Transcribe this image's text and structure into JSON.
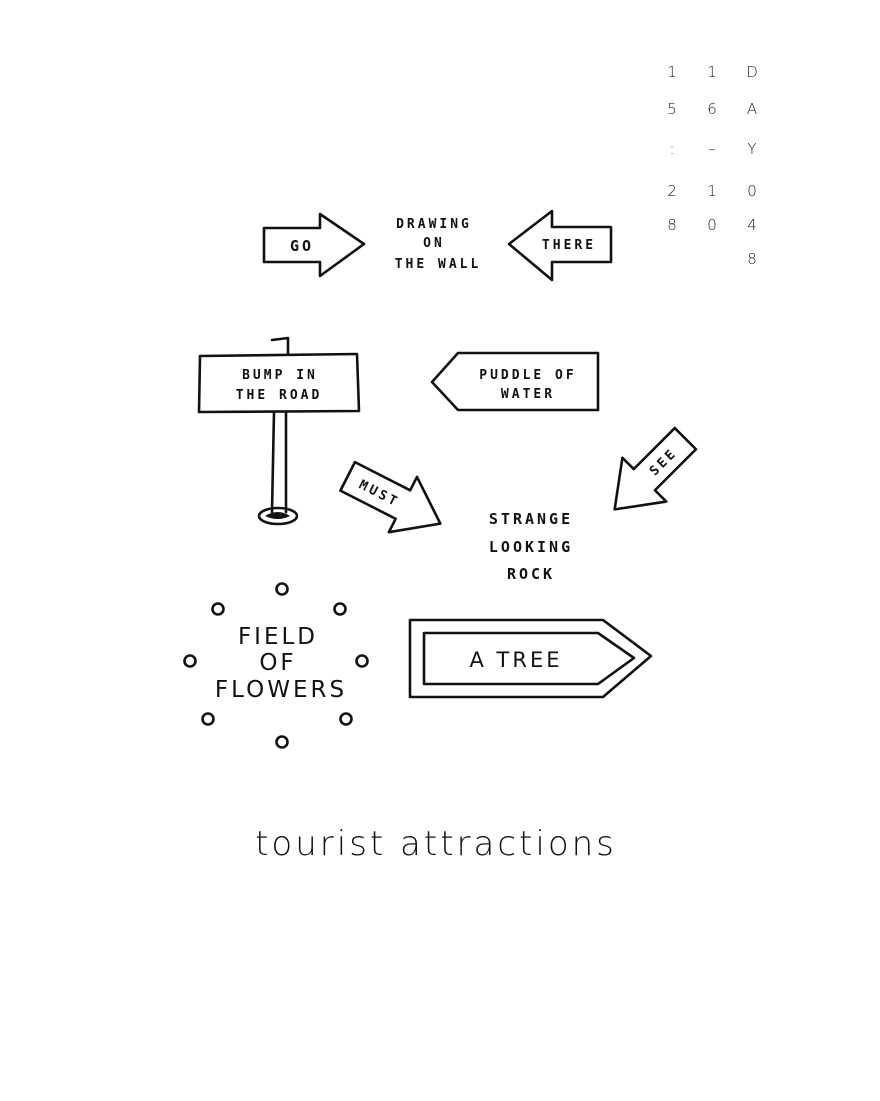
{
  "date_grid": {
    "columns": [
      [
        "1",
        "5",
        ":",
        "2",
        "8"
      ],
      [
        "1",
        "6",
        "–",
        "1",
        "0"
      ],
      [
        "D",
        "A",
        "Y",
        "0",
        "4",
        "8"
      ]
    ]
  },
  "signs": {
    "go": "GO",
    "drawing_line1": "DRAWING",
    "drawing_line2": "ON",
    "drawing_line3": "THE WALL",
    "there": "THERE",
    "bump_line1": "BUMP IN",
    "bump_line2": "THE ROAD",
    "puddle_line1": "PUDDLE OF",
    "puddle_line2": "WATER",
    "must": "MUST",
    "see": "SEE",
    "rock_line1": "STRANGE",
    "rock_line2": "LOOKING",
    "rock_line3": "ROCK",
    "field_line1": "FIELD",
    "field_line2": "OF",
    "field_line3": "FLOWERS",
    "tree": "A TREE"
  },
  "caption": "tourist attractions"
}
